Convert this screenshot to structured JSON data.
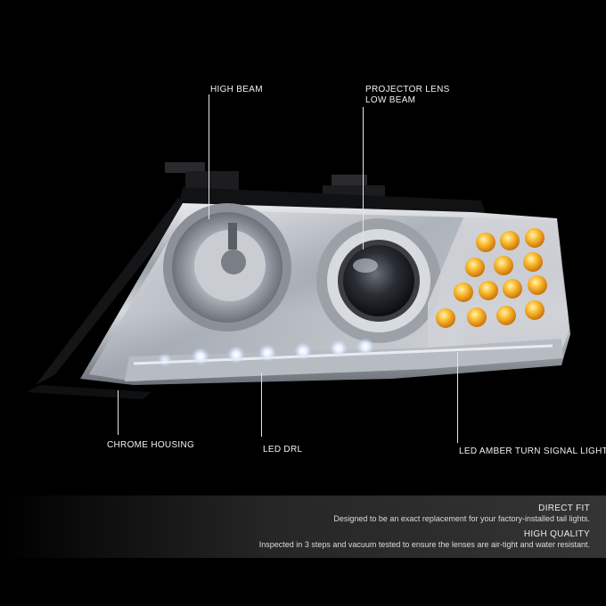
{
  "callouts": {
    "high_beam": "HIGH BEAM",
    "projector_line1": "PROJECTOR LENS",
    "projector_line2": "LOW BEAM",
    "chrome_housing": "CHROME HOUSING",
    "led_drl": "LED DRL",
    "turn_signal": "LED AMBER TURN SIGNAL LIGHT"
  },
  "features": [
    {
      "title": "DIRECT FIT",
      "description": "Designed to be an exact replacement for your factory-installed tail lights."
    },
    {
      "title": "HIGH QUALITY",
      "description": "Inspected in 3 steps and vacuum tested to ensure the lenses are air-tight and water resistant."
    }
  ],
  "colors": {
    "background": "#000000",
    "callout_text": "#f2f2f2",
    "amber_led": "#f5a623",
    "chrome": "#c8ccd2"
  }
}
